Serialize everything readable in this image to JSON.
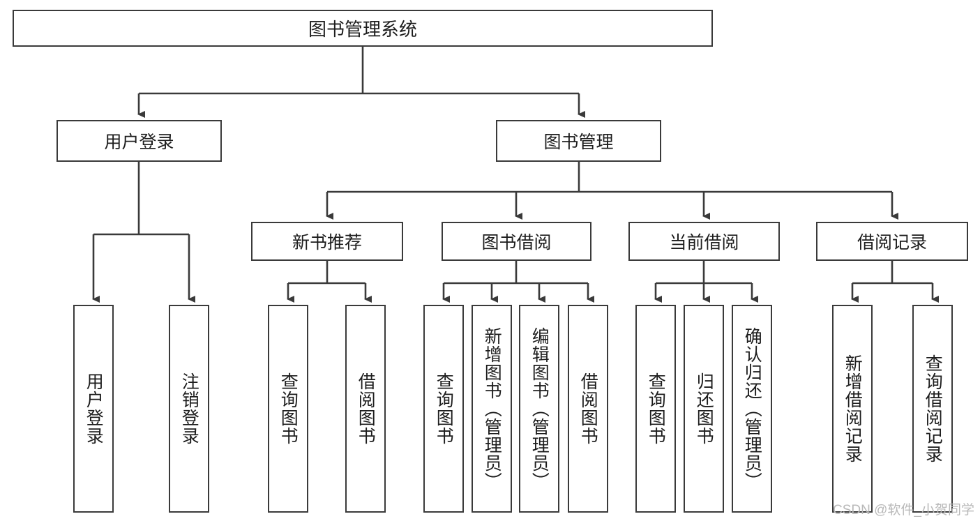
{
  "diagram": {
    "type": "tree",
    "title": "图书管理系统",
    "root": {
      "label": "图书管理系统"
    },
    "level2": [
      {
        "label": "用户登录"
      },
      {
        "label": "图书管理"
      }
    ],
    "level3": [
      {
        "label": "新书推荐"
      },
      {
        "label": "图书借阅"
      },
      {
        "label": "当前借阅"
      },
      {
        "label": "借阅记录"
      }
    ],
    "leaves": {
      "user_login": [
        {
          "label": "用户登录"
        },
        {
          "label": "注销登录"
        }
      ],
      "new_book_rec": [
        {
          "label": "查询图书"
        },
        {
          "label": "借阅图书"
        }
      ],
      "book_borrow": [
        {
          "label": "查询图书"
        },
        {
          "label": "新增图书（管理员）"
        },
        {
          "label": "编辑图书（管理员）"
        },
        {
          "label": "借阅图书"
        }
      ],
      "current_borrow": [
        {
          "label": "查询图书"
        },
        {
          "label": "归还图书"
        },
        {
          "label": "确认归还（管理员）"
        }
      ],
      "borrow_record": [
        {
          "label": "新增借阅记录"
        },
        {
          "label": "查询借阅记录"
        }
      ]
    }
  },
  "watermark": {
    "text": "CSDN @软件_小贺同学"
  },
  "colors": {
    "box_border": "#3a3a3a",
    "box_fill": "#ffffff",
    "line": "#3a3a3a",
    "text": "#1d1d1d",
    "watermark": "#b9b9b9"
  }
}
